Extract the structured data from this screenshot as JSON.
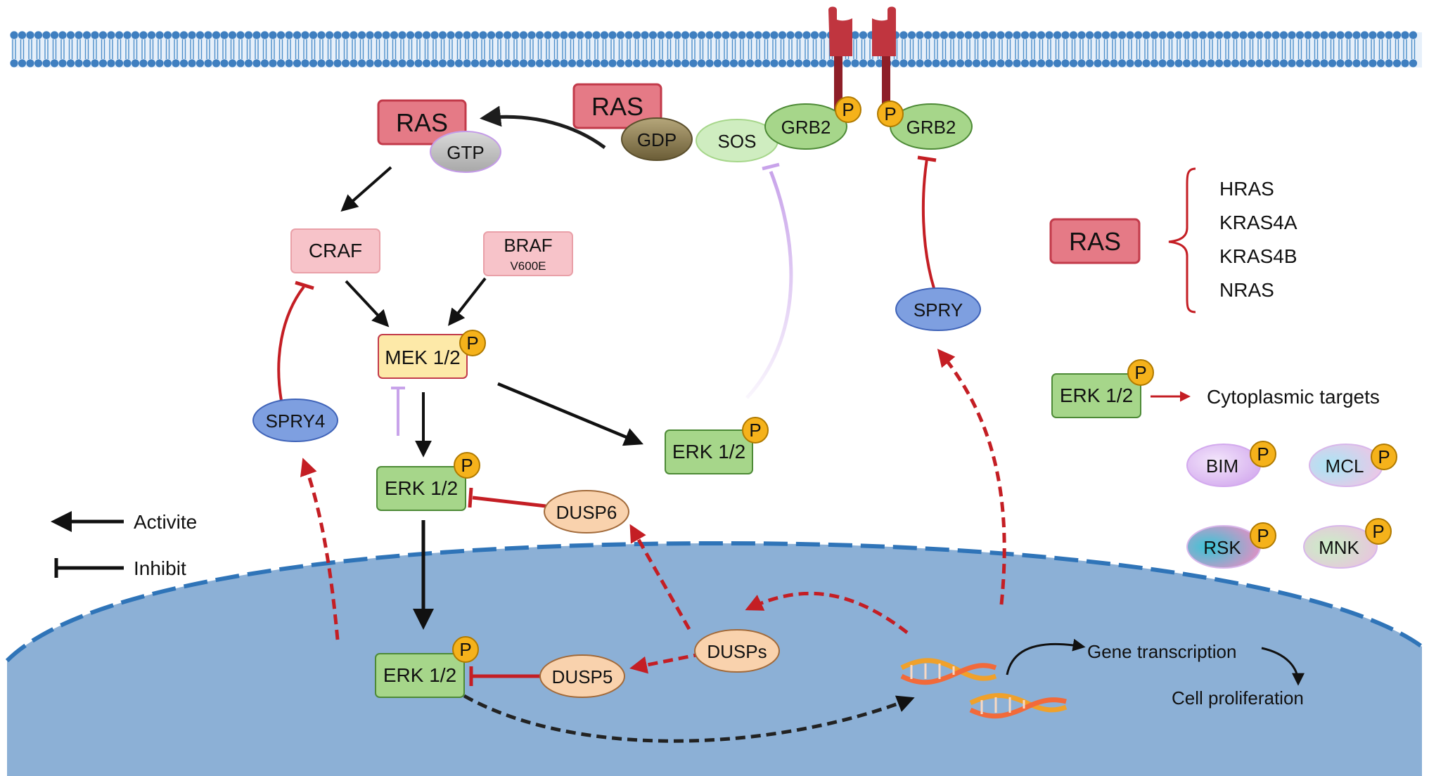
{
  "nodes": {
    "ras_gdp": "RAS",
    "gdp": "GDP",
    "ras_gtp": "RAS",
    "gtp": "GTP",
    "sos": "SOS",
    "grb2_left": "GRB2",
    "grb2_right": "GRB2",
    "craf": "CRAF",
    "braf": "BRAF",
    "braf_mutation": "V600E",
    "mek": "MEK 1/2",
    "erk_cyto": "ERK 1/2",
    "erk_upper": "ERK 1/2",
    "erk_nuclear": "ERK 1/2",
    "spry4": "SPRY4",
    "spry": "SPRY",
    "dusp6": "DUSP6",
    "dusp5": "DUSP5",
    "dusps": "DUSPs",
    "gene_transcription": "Gene transcription",
    "cell_proliferation": "Cell proliferation",
    "phospho": "P"
  },
  "legend": {
    "activate": "Activite",
    "inhibit": "Inhibit"
  },
  "ras_isoforms": {
    "label": "RAS",
    "items": [
      "HRAS",
      "KRAS4A",
      "KRAS4B",
      "NRAS"
    ]
  },
  "targets": {
    "erk": "ERK 1/2",
    "label": "Cytoplasmic targets",
    "items": [
      "BIM",
      "MCL",
      "RSK",
      "MNK"
    ]
  },
  "colors": {
    "ras": "#e57a86",
    "ras_border": "#c23a4a",
    "craf": "#f7c3c9",
    "mek": "#fde9a8",
    "erk": "#a6d68a",
    "erk_border": "#4d8a36",
    "phospho": "#f5b21b",
    "spry": "#7e9fe0",
    "dusp": "#f9d2ad",
    "nucleus": "#8cb0d6",
    "membrane": "#4d8ec9",
    "receptor": "#c0353f",
    "activation": "#111111",
    "inhibition": "#c41e24",
    "feedback": "#c41e24",
    "weak_inhibition": "#c8a3ea"
  }
}
